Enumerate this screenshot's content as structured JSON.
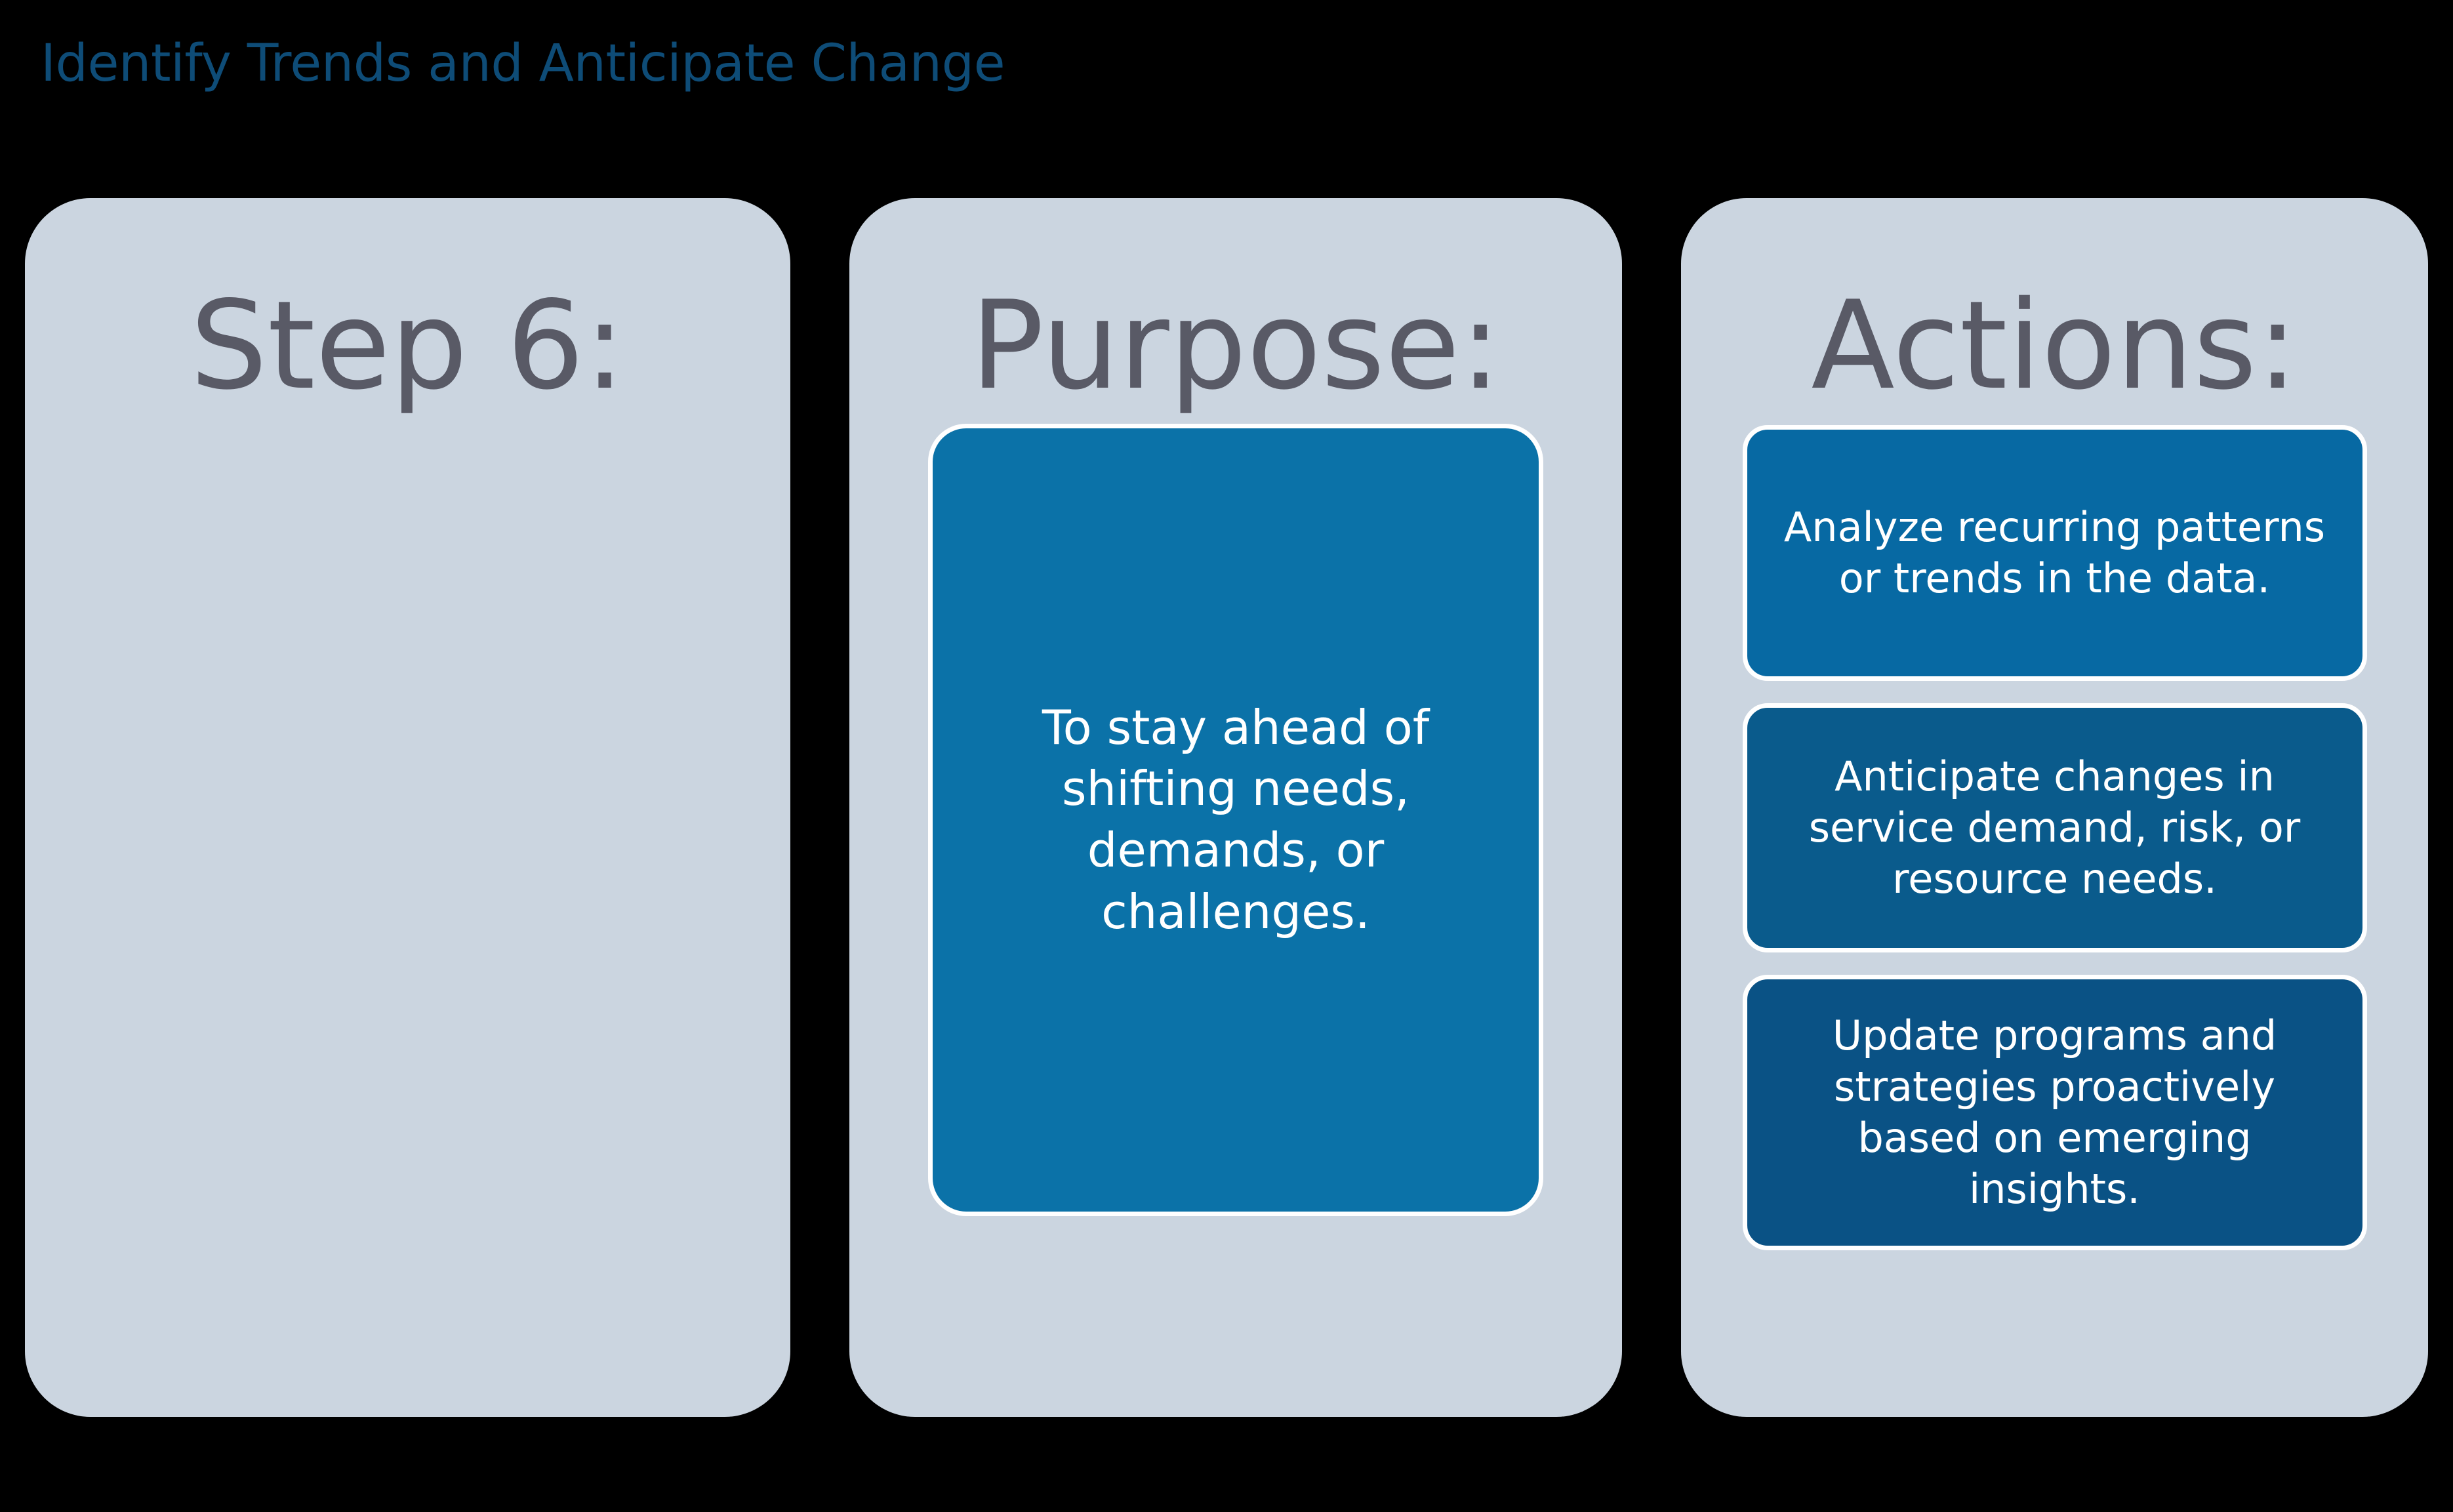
{
  "slide": {
    "title": "Identify Trends and Anticipate Change",
    "title_color": "#0E4C77",
    "background_color": "#000000"
  },
  "cards": {
    "step": {
      "heading": "Step 6:",
      "heading_color": "#595A66",
      "card_color": "#CBD5E0"
    },
    "purpose": {
      "heading": "Purpose:",
      "heading_color": "#595A66",
      "card_color": "#CBD5E0",
      "panel": {
        "text": "To stay ahead of shifting needs, demands, or challenges.",
        "fill_color": "#0B72A8",
        "text_color": "#FFFFFF",
        "border_color": "#FFFFFF"
      }
    },
    "actions": {
      "heading": "Actions:",
      "heading_color": "#595A66",
      "card_color": "#CBD5E0",
      "items": [
        {
          "text": "Analyze recurring patterns or trends in the data.",
          "fill_color": "#0769A3",
          "text_color": "#FFFFFF",
          "border_color": "#FFFFFF"
        },
        {
          "text": "Anticipate changes in service demand, risk, or resource needs.",
          "fill_color": "#0A5B8C",
          "text_color": "#FFFFFF",
          "border_color": "#FFFFFF"
        },
        {
          "text": "Update programs and strategies proactively based on emerging insights.",
          "fill_color": "#0A5285",
          "text_color": "#FFFFFF",
          "border_color": "#FFFFFF"
        }
      ]
    }
  }
}
